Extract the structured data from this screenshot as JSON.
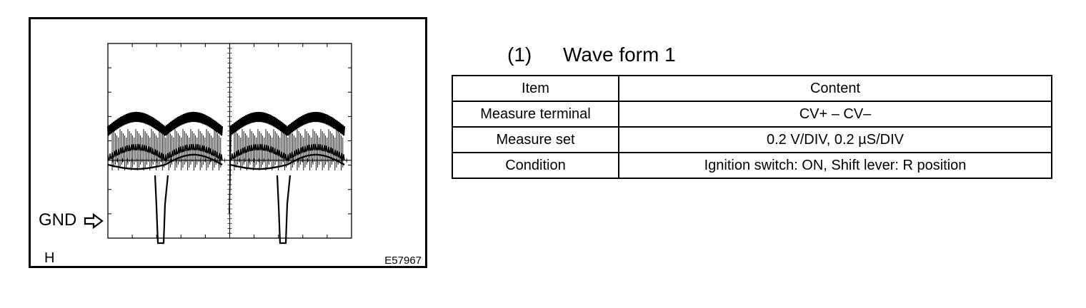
{
  "figure": {
    "ground_label": "GND",
    "horizontal_label": "H",
    "figure_id": "E57967",
    "icons": {
      "ground_marker": "hollow-right-arrow-icon"
    }
  },
  "section": {
    "number": "(1)",
    "title": "Wave form 1"
  },
  "table": {
    "headers": [
      "Item",
      "Content"
    ],
    "rows": [
      [
        "Measure terminal",
        "CV+ – CV–"
      ],
      [
        "Measure set",
        "0.2 V/DIV, 0.2 µS/DIV"
      ],
      [
        "Condition",
        "Ignition switch: ON, Shift lever: R position"
      ]
    ]
  }
}
